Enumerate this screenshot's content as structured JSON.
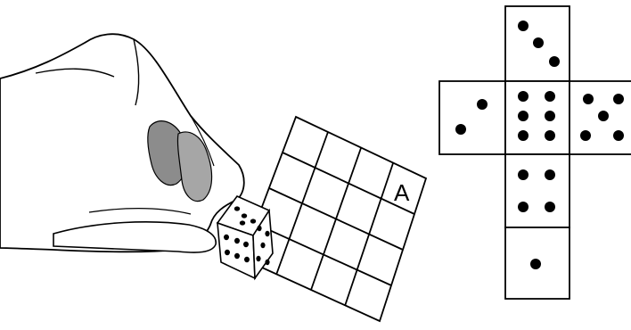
{
  "grid": {
    "corner_letter": "A"
  },
  "net": {
    "faces": [
      {
        "name": "top",
        "pips": 3
      },
      {
        "name": "left",
        "pips": 2
      },
      {
        "name": "center",
        "pips": 6
      },
      {
        "name": "right",
        "pips": 5
      },
      {
        "name": "lower-middle",
        "pips": 4
      },
      {
        "name": "bottom",
        "pips": 1
      }
    ]
  },
  "colors": {
    "ink": "#000000",
    "paper": "#ffffff",
    "shade": "#8c8c8c",
    "light_shade": "#d9d9d9"
  }
}
